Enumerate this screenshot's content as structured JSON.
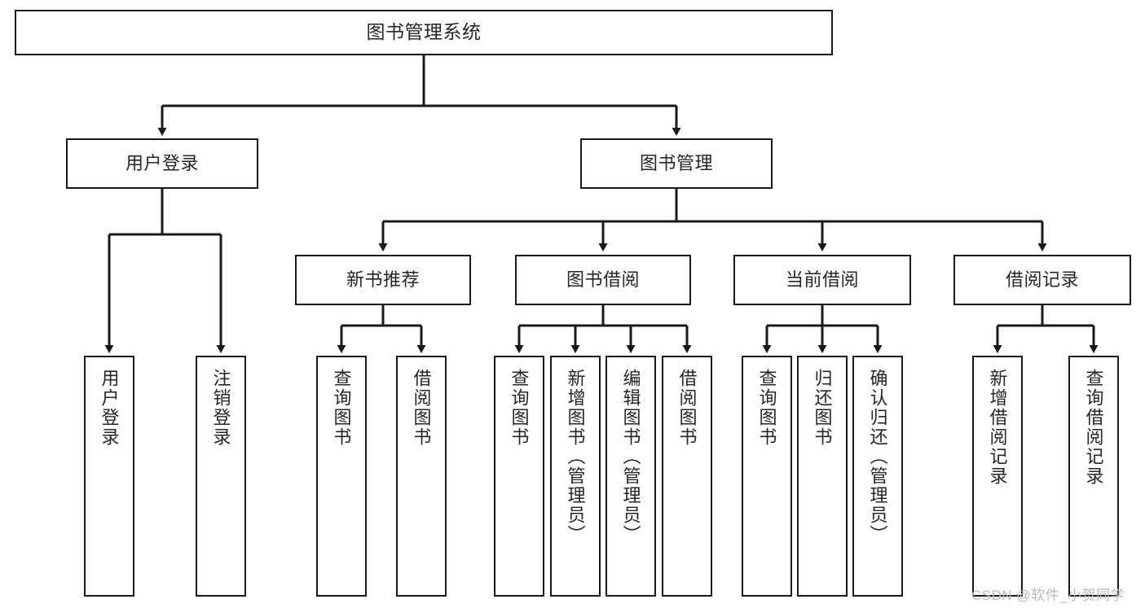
{
  "diagram": {
    "type": "hierarchy-tree",
    "title": "图书管理系统",
    "orientation": "top-down",
    "levels": 4,
    "root": {
      "label": "图书管理系统"
    },
    "level2": [
      {
        "label": "用户登录"
      },
      {
        "label": "图书管理"
      }
    ],
    "level3": [
      {
        "label": "新书推荐"
      },
      {
        "label": "图书借阅"
      },
      {
        "label": "当前借阅"
      },
      {
        "label": "借阅记录"
      }
    ],
    "leaves": [
      {
        "label": "用户登录"
      },
      {
        "label": "注销登录"
      },
      {
        "label": "查询图书"
      },
      {
        "label": "借阅图书"
      },
      {
        "label": "查询图书"
      },
      {
        "label": "新增图书（管理员）"
      },
      {
        "label": "编辑图书（管理员）"
      },
      {
        "label": "借阅图书"
      },
      {
        "label": "查询图书"
      },
      {
        "label": "归还图书"
      },
      {
        "label": "确认归还（管理员）"
      },
      {
        "label": "新增借阅记录"
      },
      {
        "label": "查询借阅记录"
      }
    ]
  },
  "watermark": {
    "text": "CSDN @软件_小贺同学"
  },
  "colors": {
    "stroke": "#1a1a1a",
    "text": "#262626",
    "background": "#ffffff",
    "watermark": "#b9b9b9"
  }
}
